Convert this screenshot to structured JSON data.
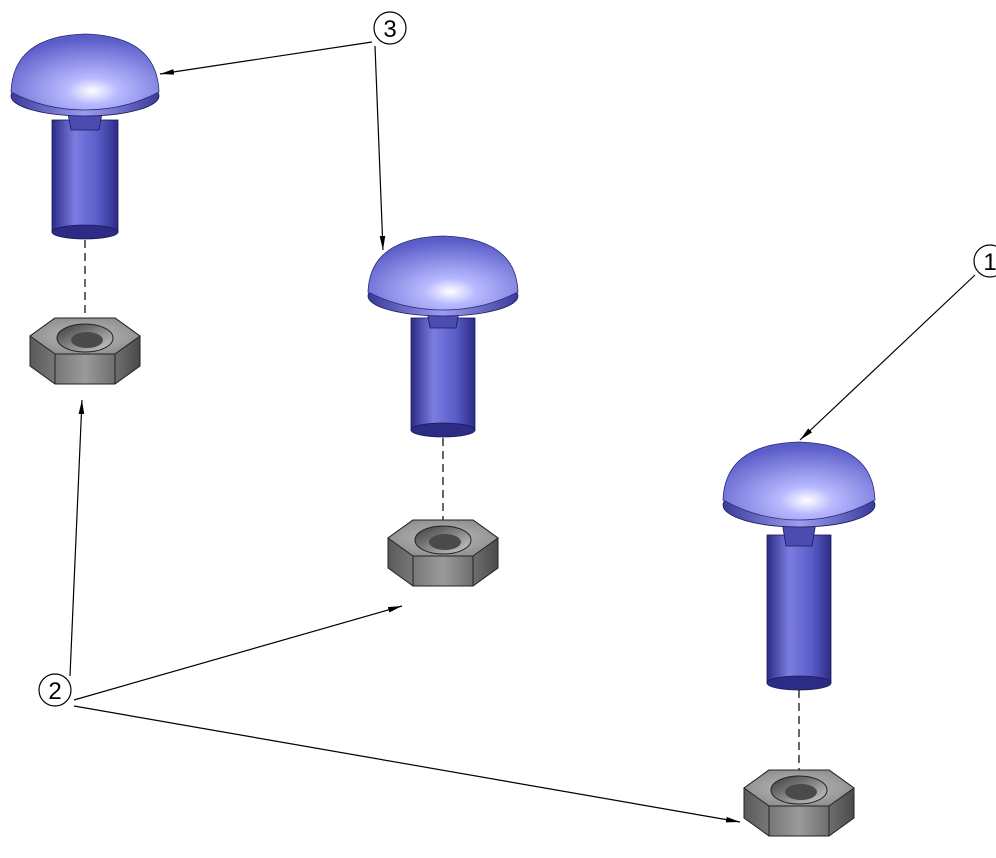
{
  "balloons": {
    "one": "1",
    "two": "2",
    "three": "3"
  },
  "colors": {
    "bolt": "#6d6fd6",
    "bolt_light": "#b8b9ff",
    "bolt_dark": "#2c2c86",
    "nut": "#8c8c8c",
    "nut_light": "#d9d9d9",
    "nut_dark": "#4a4a4a",
    "leader": "#000000"
  },
  "parts": [
    {
      "name": "carriage-bolt",
      "balloon": "3"
    },
    {
      "name": "carriage-bolt",
      "balloon": "3"
    },
    {
      "name": "carriage-bolt",
      "balloon": "1"
    },
    {
      "name": "hex-nut",
      "balloon": "2"
    },
    {
      "name": "hex-nut",
      "balloon": "2"
    },
    {
      "name": "hex-nut",
      "balloon": "2"
    }
  ]
}
